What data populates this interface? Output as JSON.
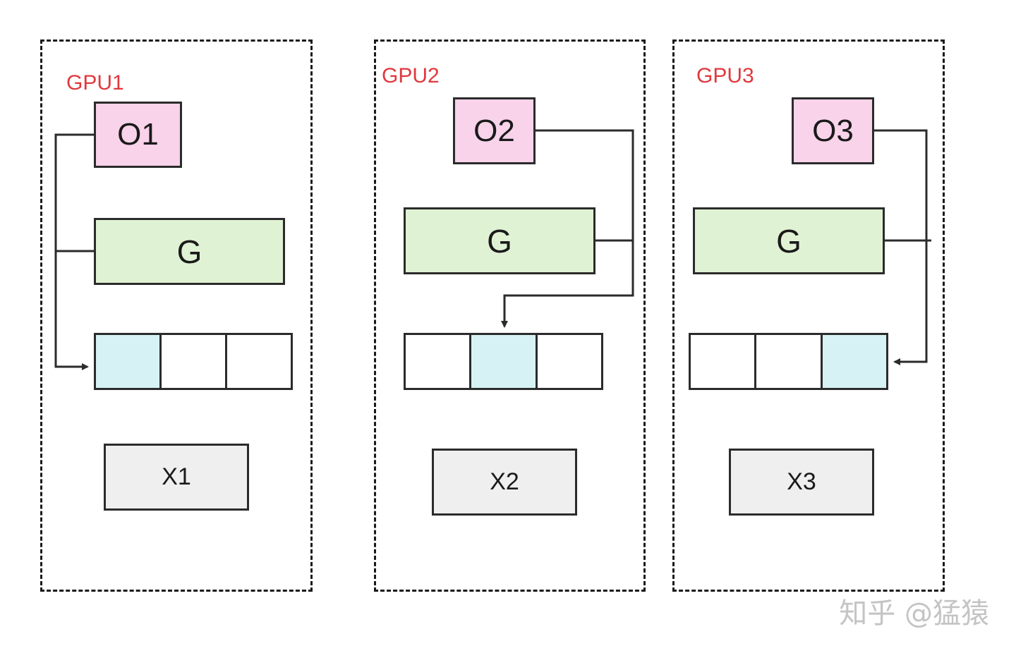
{
  "gpus": [
    {
      "label": "GPU1",
      "output": "O1",
      "gate": "G",
      "input": "X1",
      "active_cell": 0
    },
    {
      "label": "GPU2",
      "output": "O2",
      "gate": "G",
      "input": "X2",
      "active_cell": 1
    },
    {
      "label": "GPU3",
      "output": "O3",
      "gate": "G",
      "input": "X3",
      "active_cell": 2
    }
  ],
  "watermark": "知乎 @猛猿",
  "colors": {
    "gpu_label": "#e0393e",
    "output_fill": "#f8d3ea",
    "gate_fill": "#e0f2d4",
    "input_fill": "#efefef",
    "active_cell_fill": "#d6f2f4",
    "stroke": "#2b2b2b"
  }
}
